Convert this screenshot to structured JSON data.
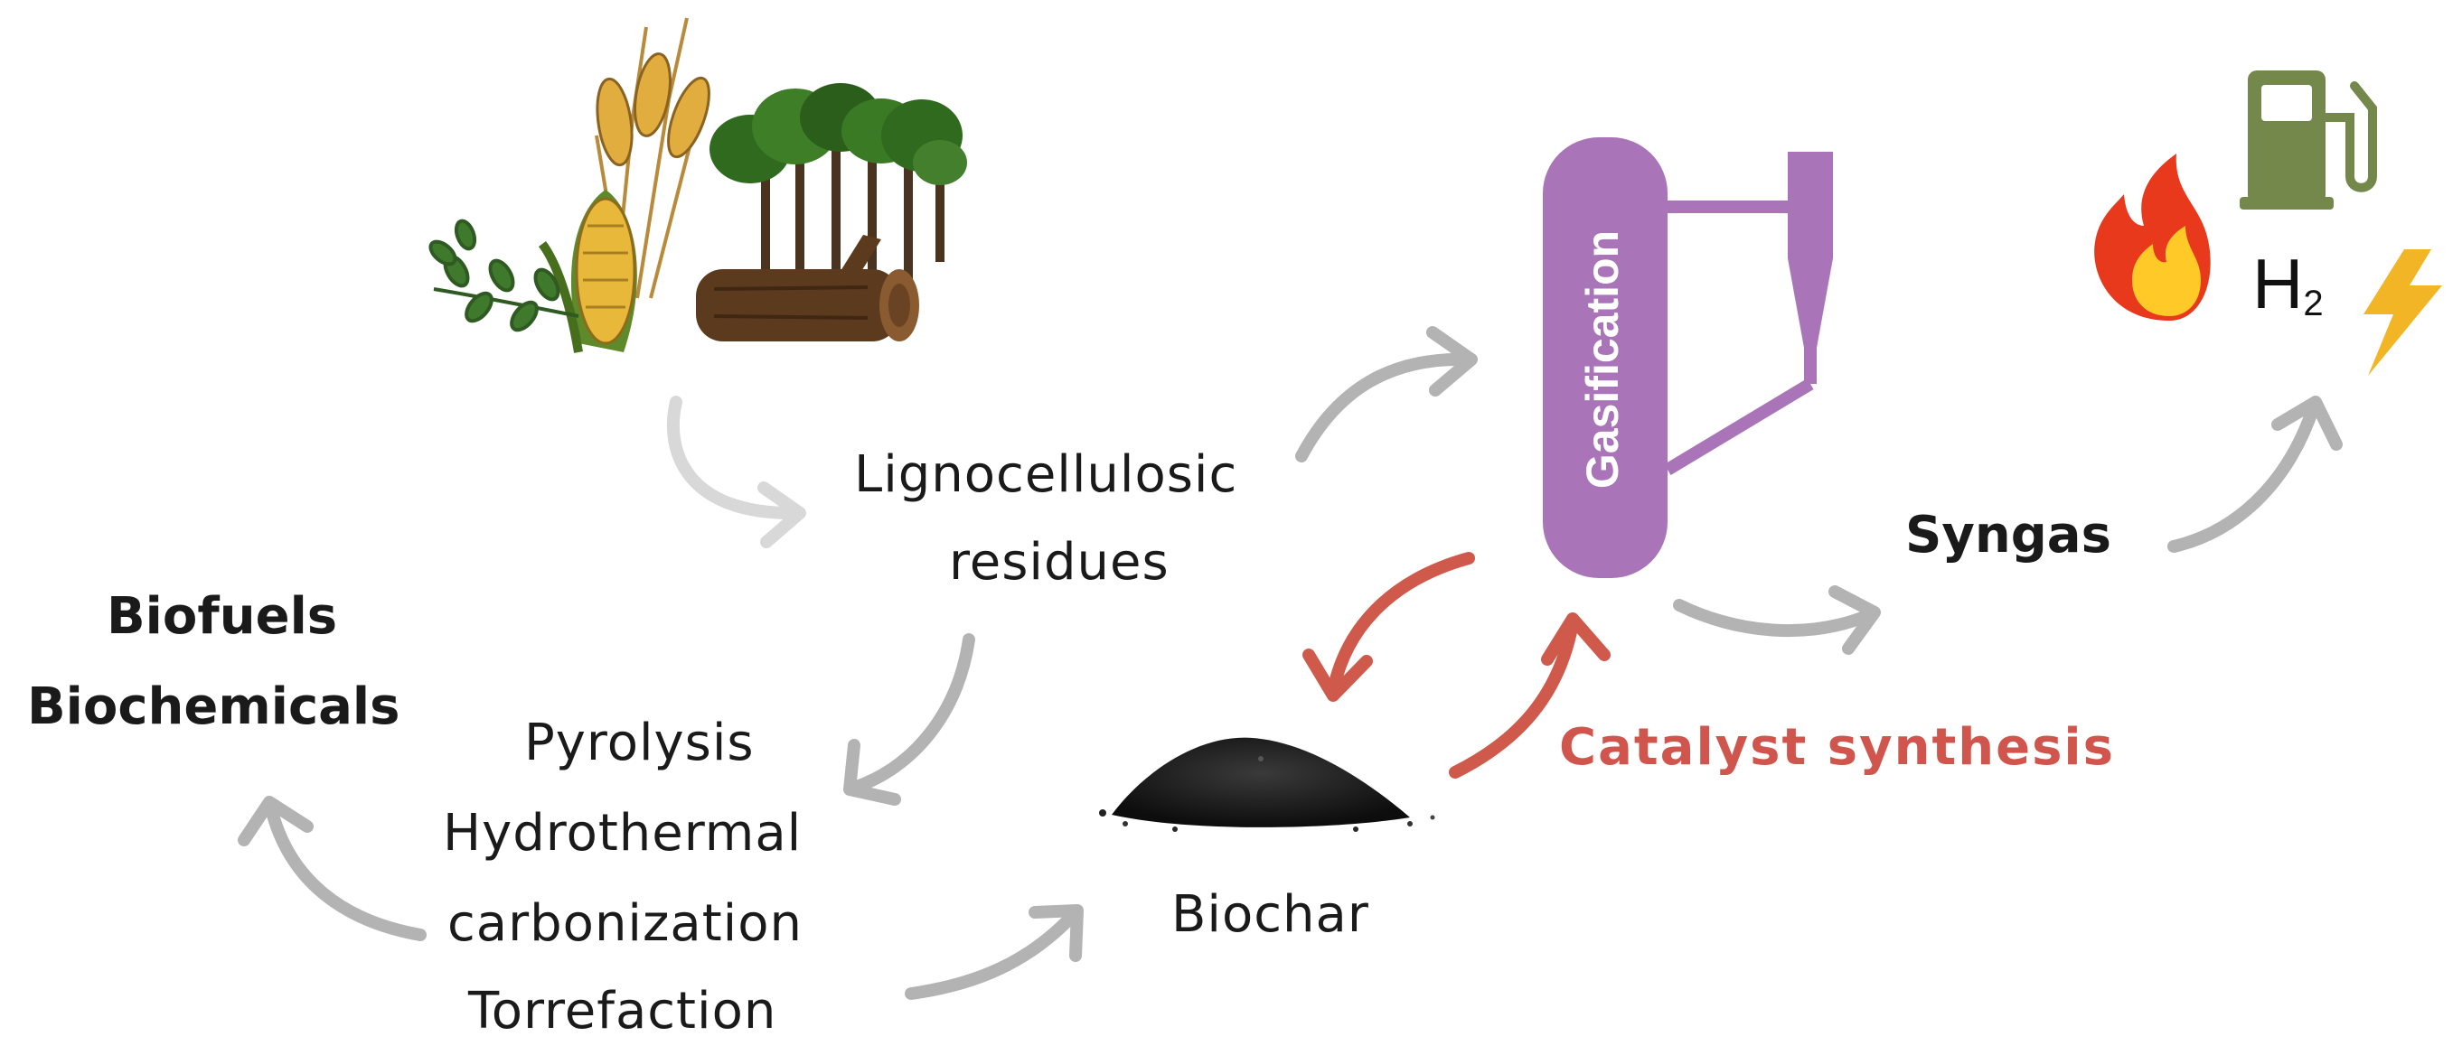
{
  "labels": {
    "lignocellulosic": "Lignocellulosic",
    "residues": "residues",
    "gasification": "Gasification",
    "syngas": "Syngas",
    "h2": "H",
    "h2_sub": "2",
    "biofuels": "Biofuels",
    "biochemicals": "Biochemicals",
    "pyrolysis": "Pyrolysis",
    "hydrothermal": "Hydrothermal",
    "carbonization": "carbonization",
    "torrefaction": "Torrefaction",
    "biochar": "Biochar",
    "catalyst_synthesis": "Catalyst  synthesis"
  },
  "colors": {
    "gray_arrow": "#b3b3b3",
    "light_gray_arrow": "#d8d8d8",
    "red_arrow": "#cf5a4c",
    "reactor": "#a975b8",
    "fuel_pump": "#74884b",
    "lightning": "#f2b526",
    "flame_outer": "#e83e1e",
    "flame_inner": "#ffc928",
    "biochar": "#1c1c1c"
  },
  "icons": [
    "biomass-illustration",
    "gasifier-reactor",
    "fuel-pump-icon",
    "flame-icon",
    "lightning-icon",
    "biochar-pile"
  ]
}
